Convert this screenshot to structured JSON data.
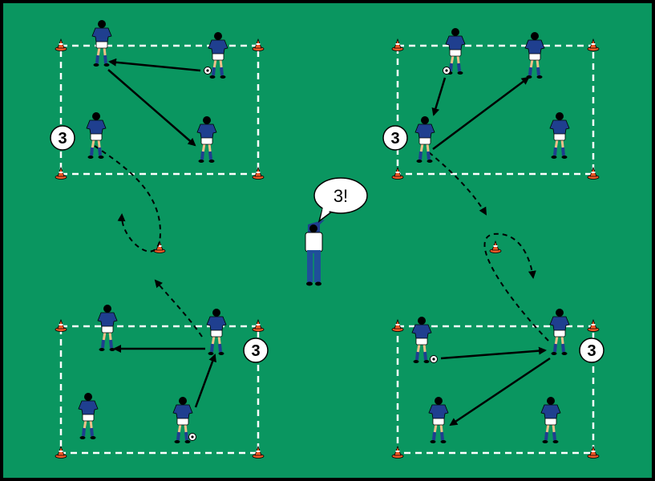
{
  "colors": {
    "pitch": "#0a9660",
    "shirt": "#1f3f8f",
    "cone": "#f05a28",
    "line": "#ffffff"
  },
  "coach": {
    "speech": "3!"
  },
  "grids": [
    {
      "id": "top-left",
      "label": "3"
    },
    {
      "id": "top-right",
      "label": "3"
    },
    {
      "id": "bottom-left",
      "label": "3"
    },
    {
      "id": "bottom-right",
      "label": "3"
    }
  ]
}
